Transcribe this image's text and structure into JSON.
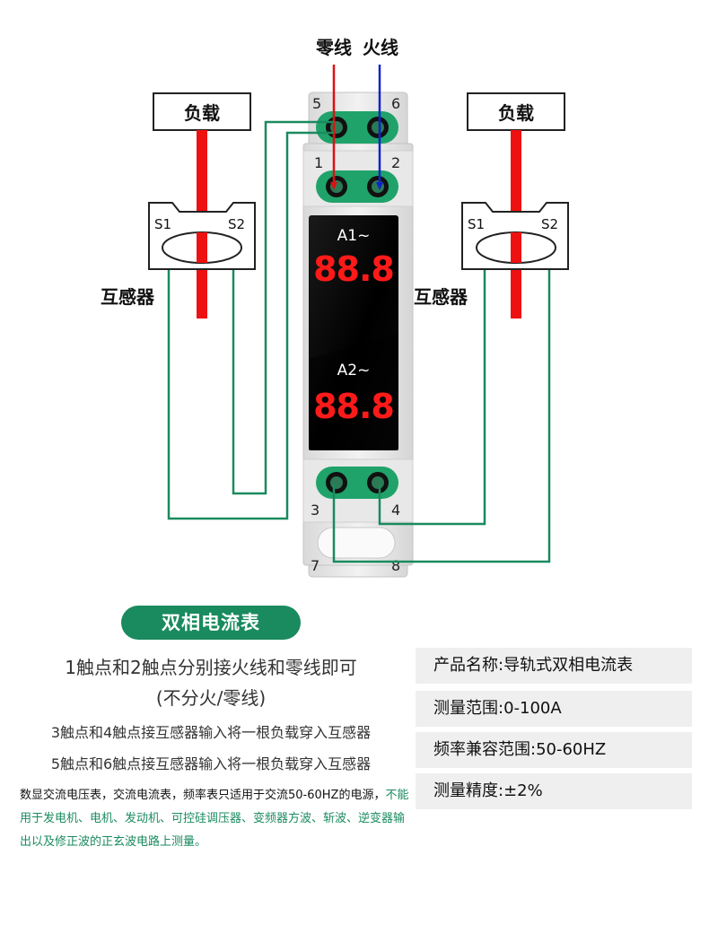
{
  "diagram": {
    "label_neutral": "零线",
    "label_live": "火线",
    "load_label": "负载",
    "transformer_label": "互感器",
    "s1": "S1",
    "s2": "S2",
    "terminals": [
      "5",
      "6",
      "1",
      "2",
      "3",
      "4",
      "7",
      "8"
    ],
    "display_a1_label": "A1~",
    "display_a1_value": "88.8",
    "display_a2_label": "A2~",
    "display_a2_value": "88.8",
    "colors": {
      "wire_green": "#1a8a5f",
      "load_red": "#ee1111",
      "neutral_red": "#dd1111",
      "live_blue": "#1122cc",
      "terminal_green": "#1fa36a",
      "led_red": "#ff1a1a"
    }
  },
  "title": "双相电流表",
  "instructions": {
    "line1": "1触点和2触点分别接火线和零线即可",
    "line1b": "(不分火/零线)",
    "line2": "3触点和4触点接互感器输入将一根负载穿入互感器",
    "line3": "5触点和6触点接互感器输入将一根负载穿入互感器"
  },
  "note": {
    "part1": "数显交流电压表，交流电流表，频率表只适用于交流50-60HZ的电源，",
    "warning": "不能用于发电机、电机、发动机、可控硅调压器、变频器方波、斩波、逆变器输出以及修正波的正玄波电路上测量。"
  },
  "specs": [
    "产品名称:导轨式双相电流表",
    "测量范围:0-100A",
    "频率兼容范围:50-60HZ",
    "测量精度:±2%"
  ]
}
